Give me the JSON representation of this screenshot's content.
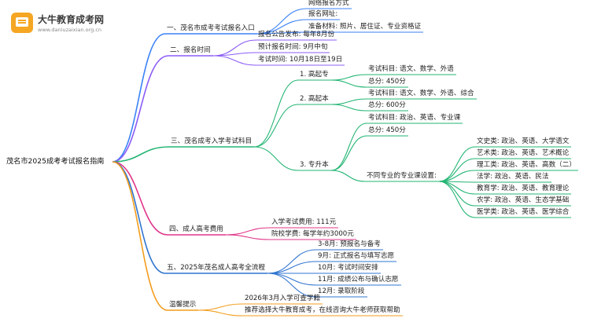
{
  "logo": {
    "title": "大牛教育成考网",
    "url": "www.daniuzaixian.org.cn"
  },
  "root": "茂名市2025成考考试报名指南",
  "branches": [
    {
      "label": "一、茂名市成考考试报名入口",
      "color": "#3b82f6",
      "children": [
        {
          "label": "网络报名方式"
        },
        {
          "label": "报名网址:"
        },
        {
          "label": "准备材料: 照片、居住证、专业资格证"
        }
      ]
    },
    {
      "label": "二、报名时间",
      "color": "#8b5cf6",
      "children": [
        {
          "label": "报名公告发布: 每年8月份"
        },
        {
          "label": "预计报名时间: 9月中旬"
        },
        {
          "label": "考试时间: 10月18日至19日"
        }
      ]
    },
    {
      "label": "三、茂名成考入学考试科目",
      "color": "#22b573",
      "children": [
        {
          "label": "1. 高起专",
          "children": [
            {
              "label": "考试科目: 语文、数学、外语"
            },
            {
              "label": "总分: 450分"
            }
          ]
        },
        {
          "label": "2. 高起本",
          "children": [
            {
              "label": "考试科目: 语文、数学、外语、综合"
            },
            {
              "label": "总分: 600分"
            }
          ]
        },
        {
          "label": "3. 专升本",
          "children": [
            {
              "label": "考试科目: 政治、英语、专业课"
            },
            {
              "label": "总分: 450分"
            },
            {
              "label": "不同专业的专业课设置:",
              "children": [
                {
                  "label": "文史类: 政治、英语、大学语文"
                },
                {
                  "label": "艺术类: 政治、英语、艺术概论"
                },
                {
                  "label": "理工类: 政治、英语、高数（二）"
                },
                {
                  "label": "法学: 政治、英语、民法"
                },
                {
                  "label": "教育学: 政治、英语、教育理论"
                },
                {
                  "label": "农学: 政治、英语、生态学基础"
                },
                {
                  "label": "医学类: 政治、英语、医学综合"
                }
              ]
            }
          ]
        }
      ]
    },
    {
      "label": "四、成人高考费用",
      "color": "#e0348a",
      "children": [
        {
          "label": "入学考试费用: 111元"
        },
        {
          "label": "院校学费: 每学年约3000元"
        }
      ]
    },
    {
      "label": "五、2025年茂名成人高考全流程",
      "color": "#2f74d0",
      "children": [
        {
          "label": "3-8月: 预报名与备考"
        },
        {
          "label": "9月: 正式报名与填写志愿"
        },
        {
          "label": "10月: 考试时间安排"
        },
        {
          "label": "11月: 成绩公布与确认志愿"
        },
        {
          "label": "12月: 录取阶段"
        }
      ]
    },
    {
      "label": "温馨提示",
      "color": "#f29d1c",
      "children": [
        {
          "label": "2026年3月入学可查学籍"
        },
        {
          "label": "推荐选择大牛教育成考，在线咨询大牛老师获取帮助"
        }
      ]
    }
  ]
}
